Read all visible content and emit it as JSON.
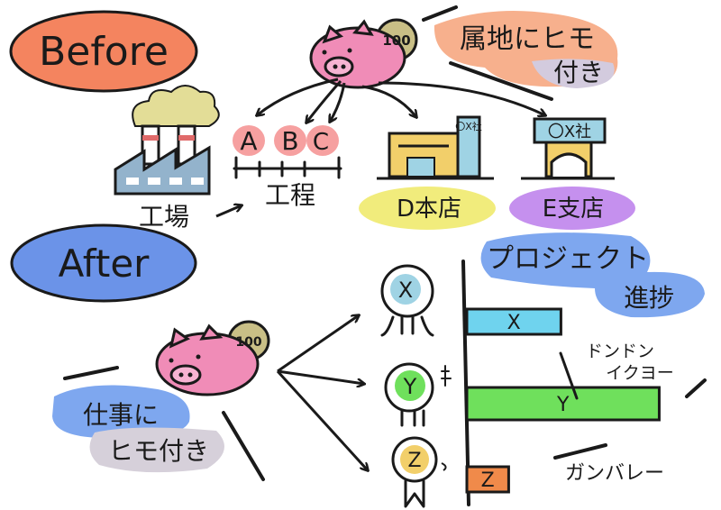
{
  "before": {
    "title": "Before",
    "coin": "100",
    "ownership_note": "属地にヒモ付き",
    "ownership_note_line1": "属地にヒモ",
    "ownership_note_line2": "付き",
    "factory_label": "工場",
    "process_label": "工程",
    "process_letters": [
      "A",
      "B",
      "C"
    ],
    "store_d": "D本店",
    "store_e": "E支店",
    "sign_d": "〇X社",
    "sign_e": "〇X社"
  },
  "after": {
    "title": "After",
    "coin": "100",
    "work_note_line1": "仕事に",
    "work_note_line2": "ヒモ付き",
    "chart_title_line1": "プロジェクト",
    "chart_title_line2": "進捗",
    "annotation_y_line1": "ドンドン",
    "annotation_y_line2": "イクヨー",
    "annotation_z": "ガンバレー",
    "people": [
      "X",
      "Y",
      "Z"
    ]
  },
  "chart_data": {
    "type": "bar",
    "orientation": "horizontal",
    "title": "プロジェクト進捗",
    "categories": [
      "X",
      "Y",
      "Z"
    ],
    "values": [
      0.45,
      0.92,
      0.2
    ],
    "bar_colors": [
      "#6fd3ee",
      "#6fe05c",
      "#f08a4a"
    ]
  },
  "colors": {
    "before_bubble": "#f4845f",
    "after_bubble": "#6b93e8",
    "pig": "#f08cb7",
    "coin": "#c9bf86",
    "note_orange": "#f7b08d",
    "note_purple": "#d3cbde",
    "note_blue": "#7ea7ef",
    "note_gray": "#d6d0da",
    "store_d_bubble": "#f1ec7c",
    "store_e_bubble": "#c590ee",
    "process_bubble": "#f6a0a0",
    "building": "#f2cf6a",
    "sign": "#9fd3e4",
    "factory": "#93b3cc",
    "smoke": "#e3dd97"
  }
}
